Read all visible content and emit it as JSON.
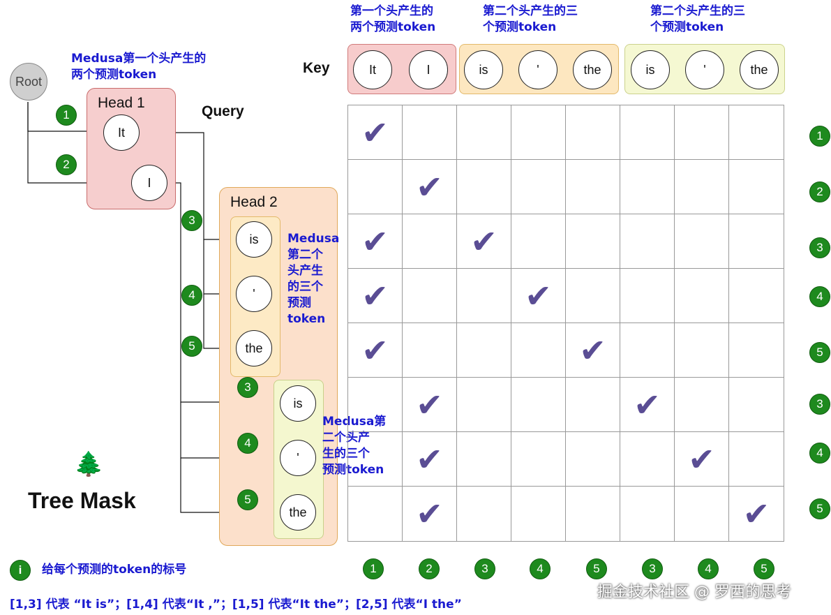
{
  "root_label": "Root",
  "head1": {
    "title": "Head 1",
    "tokens": [
      "It",
      "I"
    ]
  },
  "head2": {
    "title": "Head 2",
    "tokens_a": [
      "is",
      "'",
      "the"
    ],
    "tokens_b": [
      "is",
      "'",
      "the"
    ]
  },
  "query_label": "Query",
  "key_label": "Key",
  "key_groups": [
    {
      "note_line1": "第一个头产生的",
      "note_line2": "两个预测token",
      "tokens": [
        "It",
        "I"
      ],
      "color": "#f7cccc"
    },
    {
      "note_line1": "第二个头产生的三",
      "note_line2": "个预测token",
      "tokens": [
        "is",
        "'",
        "the"
      ],
      "color": "#fde7c0"
    },
    {
      "note_line1": "第二个头产生的三",
      "note_line2": "个预测token",
      "tokens": [
        "is",
        "'",
        "the"
      ],
      "color": "#f5f8d2"
    }
  ],
  "notes": {
    "head1_line1": "Medusa第一个头产生的",
    "head1_line2": "两个预测token",
    "head2a_lines": [
      "Medusa",
      "第二个",
      "头产生",
      "的三个",
      "预测",
      "token"
    ],
    "head2b_lines": [
      "Medusa第",
      "二个头产",
      "生的三个",
      "预测token"
    ]
  },
  "branch_badges": [
    "1",
    "2",
    "3",
    "4",
    "5",
    "3",
    "4",
    "5"
  ],
  "row_badges": [
    "1",
    "2",
    "3",
    "4",
    "5",
    "3",
    "4",
    "5"
  ],
  "col_badges": [
    "1",
    "2",
    "3",
    "4",
    "5",
    "3",
    "4",
    "5"
  ],
  "mask": [
    [
      1,
      0,
      0,
      0,
      0,
      0,
      0,
      0
    ],
    [
      0,
      1,
      0,
      0,
      0,
      0,
      0,
      0
    ],
    [
      1,
      0,
      1,
      0,
      0,
      0,
      0,
      0
    ],
    [
      1,
      0,
      0,
      1,
      0,
      0,
      0,
      0
    ],
    [
      1,
      0,
      0,
      0,
      1,
      0,
      0,
      0
    ],
    [
      0,
      1,
      0,
      0,
      0,
      1,
      0,
      0
    ],
    [
      0,
      1,
      0,
      0,
      0,
      0,
      1,
      0
    ],
    [
      0,
      1,
      0,
      0,
      0,
      0,
      0,
      1
    ]
  ],
  "check_glyph": "✔",
  "tree_icon": "🌲",
  "title": "Tree Mask",
  "legend_icon": "i",
  "legend_text": "给每个预测的token的标号",
  "footer_text": "[1,3] 代表 “It is”；[1,4] 代表“It ,”；[1,5] 代表“It the”；[2,5] 代表“I the”",
  "watermark": "掘金技术社区 @ 罗西的思考"
}
